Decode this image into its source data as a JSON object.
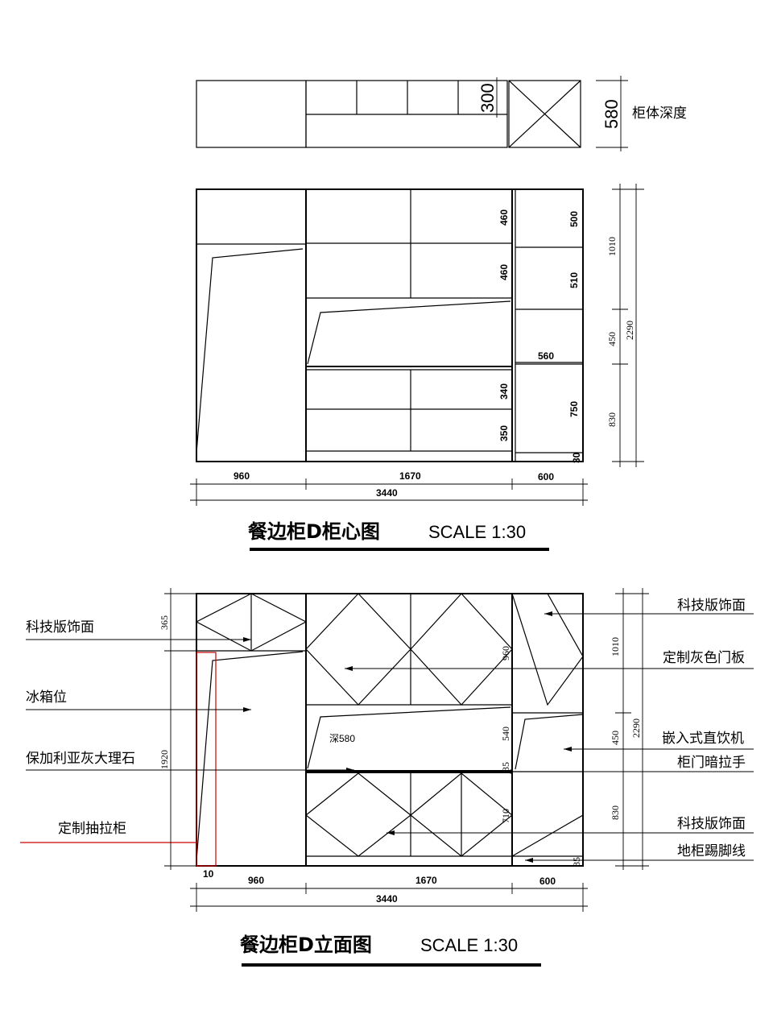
{
  "plan": {
    "dim_300": "300",
    "dim_580": "580",
    "depth_label": "柜体深度"
  },
  "core": {
    "title": "餐边柜D柜心图",
    "scale": "SCALE 1:30",
    "dims": {
      "d460a": "460",
      "d460b": "460",
      "d340": "340",
      "d350": "350",
      "d500": "500",
      "d510": "510",
      "d560": "560",
      "d750": "750",
      "d30": "30",
      "d1010": "1010",
      "d450": "450",
      "d830": "830",
      "d2290": "2290",
      "w960": "960",
      "w1670": "1670",
      "w600": "600",
      "w3440": "3440"
    }
  },
  "elevation": {
    "title": "餐边柜D立面图",
    "scale": "SCALE 1:30",
    "labels": {
      "tech_panel_left": "科技版饰面",
      "fridge": "冰箱位",
      "marble": "保加利亚灰大理石",
      "pull_cabinet": "定制抽拉柜",
      "tech_panel_top": "科技版饰面",
      "grey_door": "定制灰色门板",
      "water_dispenser": "嵌入式直饮机",
      "hidden_handle": "柜门暗拉手",
      "tech_panel_bottom": "科技版饰面",
      "skirting": "地柜踢脚线",
      "depth_note": "深580"
    },
    "dims": {
      "d365": "365",
      "d1920": "1920",
      "d10": "10",
      "d960v": "960",
      "d540": "540",
      "d35": "35",
      "d710": "710",
      "d85": "85",
      "d1010": "1010",
      "d450": "450",
      "d830": "830",
      "d2290": "2290",
      "w960": "960",
      "w1670": "1670",
      "w600": "600",
      "w3440": "3440"
    }
  },
  "colors": {
    "line": "#000000",
    "highlight": "#cc0000"
  }
}
